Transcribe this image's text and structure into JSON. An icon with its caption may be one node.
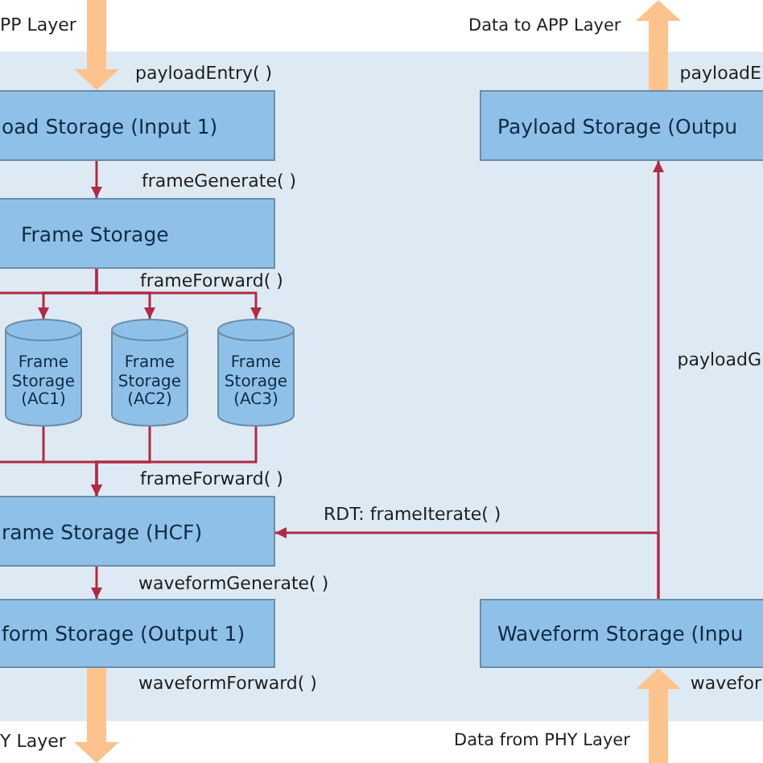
{
  "diagram": {
    "nodes": [
      {
        "text": [
          "oad Storage (Input 1)"
        ]
      },
      {
        "text": [
          "Payload Storage (Outpu"
        ]
      },
      {
        "text": [
          "Frame Storage"
        ]
      },
      {
        "text": [
          "Frame Storage (AC1)"
        ]
      },
      {
        "text": [
          "Frame Storage (AC2)"
        ]
      },
      {
        "text": [
          "Frame Storage (AC3)"
        ]
      },
      {
        "text": [
          "rame Storage (HCF)"
        ]
      },
      {
        "text": [
          "form Storage (Output 1)"
        ]
      },
      {
        "text": [
          "Waveform Storage (Inpu"
        ]
      },
      {
        "text": [
          "Data from PHY Layer"
        ]
      },
      {
        "text": [
          "Data to APP Layer"
        ]
      }
    ],
    "edges": [
      {
        "from": null,
        "to": 0,
        "arrow": "to",
        "label": "payloadEntry( )",
        "style": "thick",
        "color": "#fcc38d"
      },
      {
        "from": 1,
        "to": 10,
        "arrow": "to",
        "label": "payloadE",
        "style": "thick",
        "color": "#fcc38d"
      },
      {
        "from": 0,
        "to": 2,
        "arrow": "to",
        "label": "frameGenerate( )"
      },
      {
        "from": 2,
        "to": 3,
        "arrow": "to"
      },
      {
        "from": 2,
        "to": 4,
        "arrow": "to"
      },
      {
        "from": 2,
        "to": 5,
        "arrow": "to"
      },
      {
        "from": 3,
        "to": 6,
        "arrow": "to"
      },
      {
        "from": 4,
        "to": 6,
        "arrow": "to"
      },
      {
        "from": 5,
        "to": 6,
        "arrow": "to"
      },
      {
        "from": 8,
        "to": 6,
        "arrow": "to",
        "label": "RDT: frameIterate( )"
      },
      {
        "from": 8,
        "to": 1,
        "arrow": "to",
        "label": "payloadG"
      },
      {
        "from": 6,
        "to": 7,
        "arrow": "to",
        "label": "waveformGenerate( )"
      },
      {
        "from": 7,
        "to": null,
        "arrow": "to",
        "label": "waveformForward( )",
        "style": "thick",
        "color": "#fcc38d"
      },
      {
        "from": 9,
        "to": 8,
        "arrow": "to",
        "label": "wavefor",
        "style": "thick",
        "color": "#fcc38d"
      }
    ],
    "labels": [
      "PP Layer",
      "frameForward( )",
      "frameForward( )",
      "Y Layer"
    ]
  }
}
